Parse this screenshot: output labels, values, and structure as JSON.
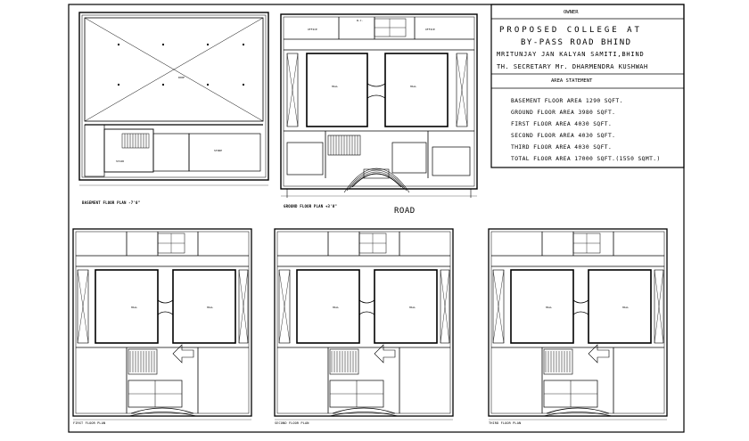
{
  "title_block": {
    "owner_label": "OWNER",
    "project_title": "PROPOSED COLLEGE AT",
    "project_location": "BY-PASS ROAD BHIND",
    "client": "MRITUNJAY JAN KALYAN SAMITI,BHIND",
    "secretary": "TH. SECRETARY Mr. DHARMENDRA KUSHWAH",
    "area_statement_label": "AREA STATEMENT",
    "areas": [
      "BASEMENT FLOOR AREA 1290 SQFT.",
      "GROUND FLOOR AREA 3980 SQFT.",
      "FIRST FLOOR AREA 4030 SQFT.",
      "SECOND FLOOR AREA 4030 SQFT.",
      "THIRD FLOOR AREA 4030 SQFT.",
      "TOTAL FLOOR AREA 17000 SQFT.(1550 SQMT.)"
    ]
  },
  "plans": {
    "basement_caption": "BASEMENT FLOOR PLAN -7'0\"",
    "ground_caption": "GROUND FLOOR PLAN +3'0\"",
    "first_caption": "FIRST FLOOR PLAN",
    "second_caption": "SECOND FLOOR PLAN",
    "third_caption": "THIRD FLOOR PLAN",
    "road_label": "ROAD"
  }
}
